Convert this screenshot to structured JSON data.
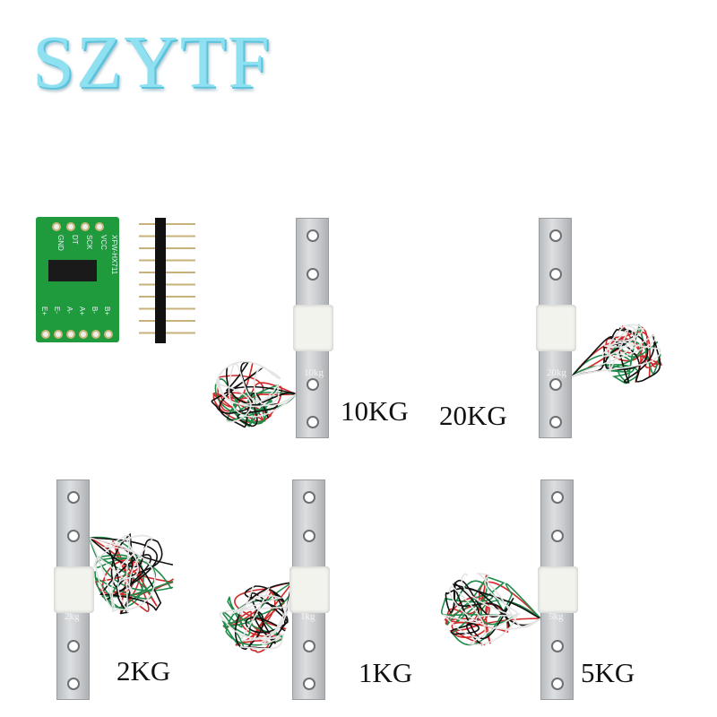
{
  "brand": {
    "logo_text": "SZYTF",
    "color": "#8fe0f0"
  },
  "board": {
    "model": "XFW-HX711",
    "top_pins": [
      "GND",
      "DT",
      "SCK",
      "VCC"
    ],
    "bottom_pins": [
      "E+",
      "E-",
      "A-",
      "A+",
      "B-",
      "B+"
    ],
    "color": "#1f9a3c"
  },
  "load_cells": [
    {
      "label": "10KG",
      "mark": "10kg"
    },
    {
      "label": "20KG",
      "mark": "20kg"
    },
    {
      "label": "2KG",
      "mark": "2kg"
    },
    {
      "label": "1KG",
      "mark": "1kg"
    },
    {
      "label": "5KG",
      "mark": "5kg"
    }
  ],
  "wire_colors": [
    "#d12a2a",
    "#1f8a4a",
    "#111111",
    "#f2f2f2"
  ]
}
